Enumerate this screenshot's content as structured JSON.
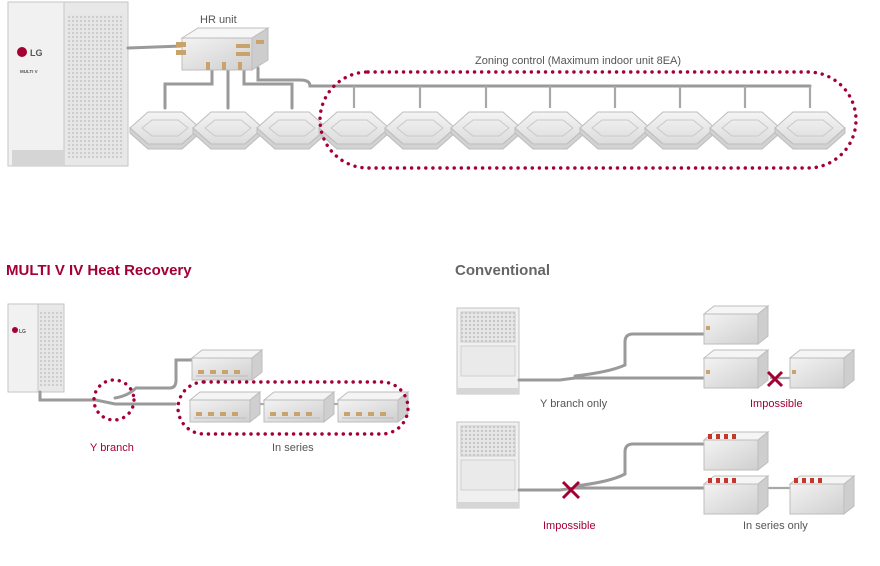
{
  "top": {
    "hr_unit_label": "HR unit",
    "zoning_label": "Zoning control (Maximum indoor unit 8EA)",
    "outdoor_logo": "LG",
    "outdoor_model": "MULTI V"
  },
  "bottom_left": {
    "heading": "MULTI V IV Heat Recovery",
    "y_branch_label": "Y branch",
    "in_series_label": "In series",
    "outdoor_logo": "LG"
  },
  "bottom_right": {
    "heading": "Conventional",
    "y_branch_only_label": "Y branch only",
    "impossible_label_1": "Impossible",
    "impossible_label_2": "Impossible",
    "in_series_only_label": "In series only"
  },
  "colors": {
    "accent": "#a50034",
    "pipe": "#9a9a9a",
    "unit_fill": "#ededed",
    "unit_stroke": "#bcbcbc"
  }
}
